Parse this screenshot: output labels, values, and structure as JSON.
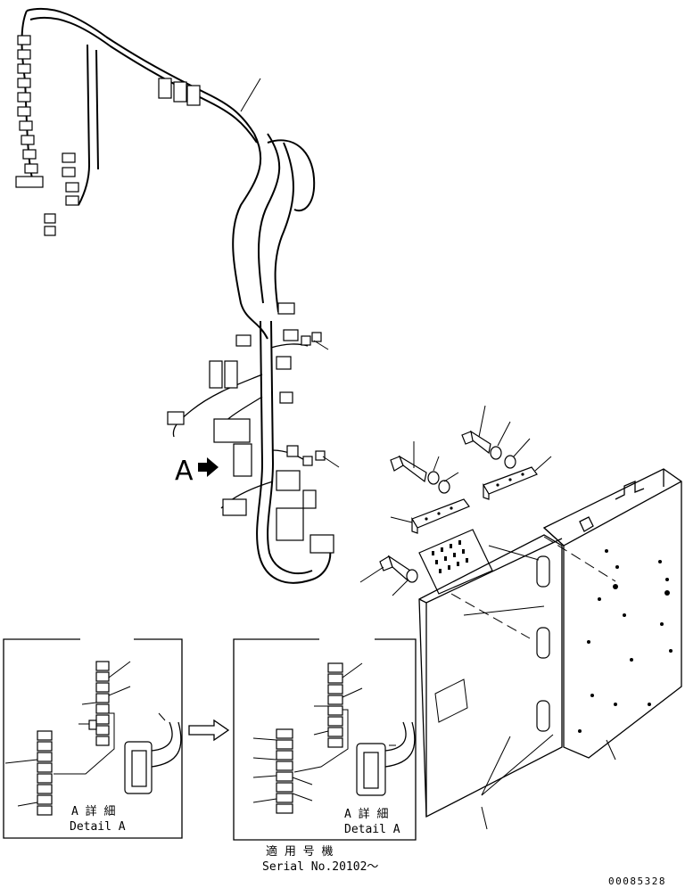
{
  "callout_letter": "A",
  "detail_left": {
    "title_jp": "A 詳 細",
    "title_en": "Detail A"
  },
  "detail_right": {
    "title_jp": "A 詳 細",
    "title_en": "Detail A"
  },
  "serial": {
    "label_jp": "適 用 号 機",
    "label_en": "Serial No.20102～"
  },
  "drawing_number": "00085328",
  "icons": [
    "view-arrow-icon",
    "transition-arrow-icon"
  ]
}
